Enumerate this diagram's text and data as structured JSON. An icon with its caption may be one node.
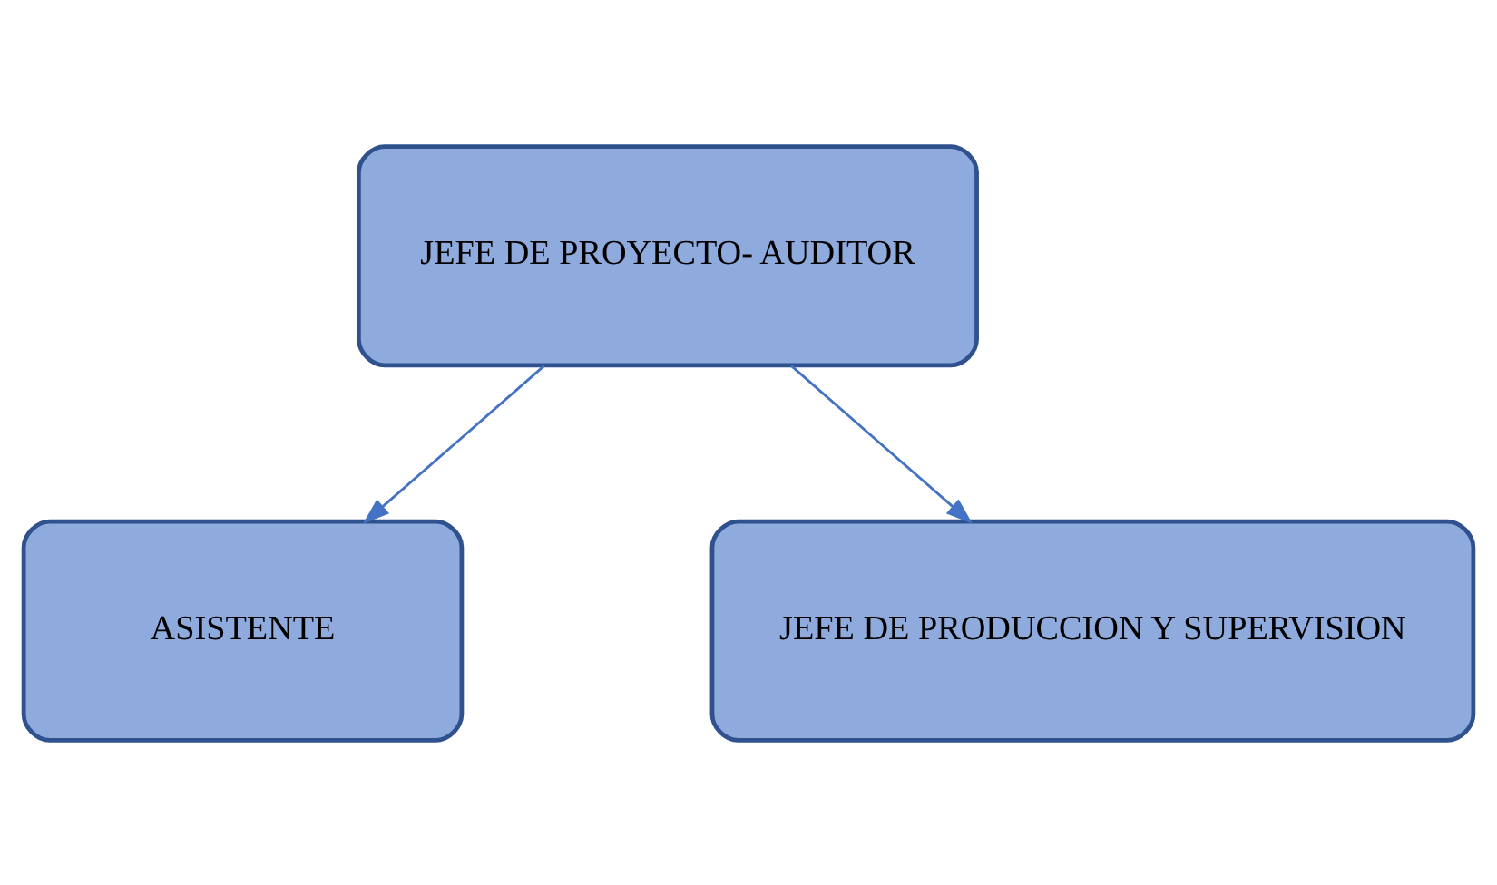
{
  "diagram": {
    "nodes": [
      {
        "text": [
          "JEFE DE PROYECTO- AUDITOR"
        ]
      },
      {
        "text": [
          "ASISTENTE"
        ]
      },
      {
        "text": [
          "JEFE DE PRODUCCION Y SUPERVISION"
        ]
      }
    ],
    "edges": [
      {
        "from": 0,
        "to": 1,
        "arrow": "to"
      },
      {
        "from": 0,
        "to": 2,
        "arrow": "to"
      }
    ]
  }
}
